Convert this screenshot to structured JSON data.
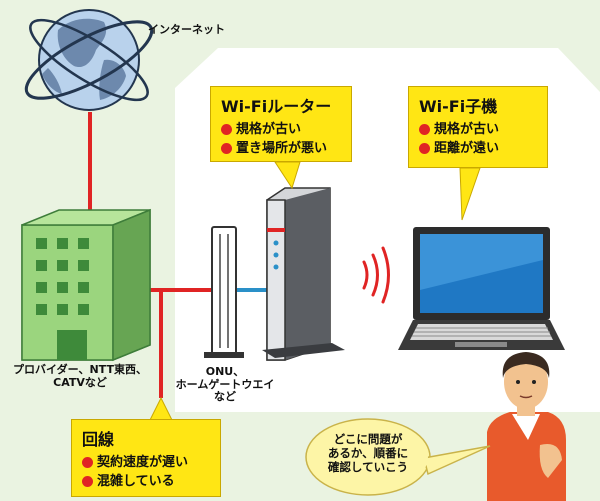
{
  "internet": {
    "label": "インターネット"
  },
  "provider": {
    "label_lines": [
      "プロバイダー、NTT東西、",
      "CATVなど"
    ]
  },
  "onu": {
    "label_lines": [
      "ONU、",
      "ホームゲートウエイ",
      "など"
    ]
  },
  "callouts": {
    "router": {
      "title": "Wi-Fiルーター",
      "items": [
        "規格が古い",
        "置き場所が悪い"
      ]
    },
    "client": {
      "title": "Wi-Fi子機",
      "items": [
        "規格が古い",
        "距離が遠い"
      ]
    },
    "line": {
      "title": "回線",
      "items": [
        "契約速度が遅い",
        "混雑している"
      ]
    }
  },
  "speech": {
    "lines": [
      "どこに問題が",
      "あるか、順番に",
      "確認していこう"
    ]
  },
  "colors": {
    "background": "#eaf3e1",
    "house": "#ffffff",
    "callout": "#ffe614",
    "line": "#e02424",
    "lan": "#2a90c8"
  }
}
